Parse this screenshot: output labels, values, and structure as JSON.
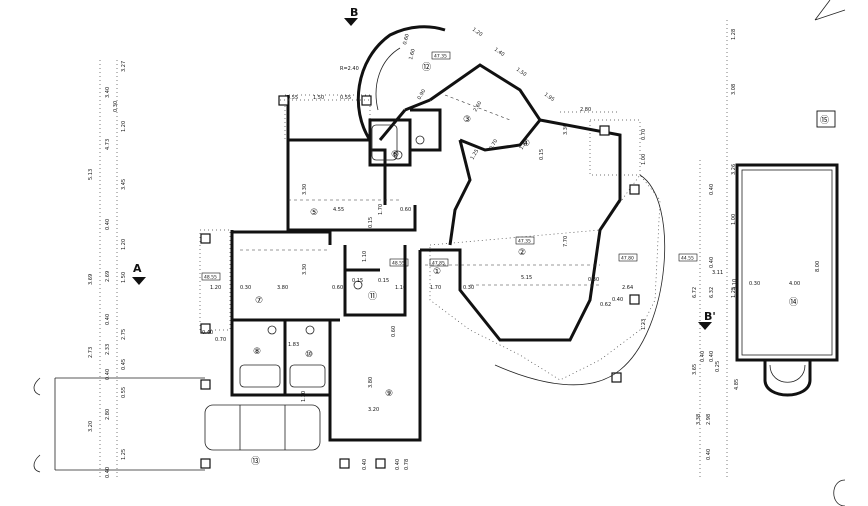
{
  "section_marks": {
    "A": "A",
    "B": "B",
    "B_prime": "B'"
  },
  "rooms": [
    "①",
    "②",
    "③",
    "④",
    "⑤",
    "⑥",
    "⑦",
    "⑧",
    "⑨",
    "⑩",
    "⑪",
    "⑫",
    "⑬",
    "⑭",
    "⑮"
  ],
  "levels": [
    "47.35",
    "47.35",
    "48.55",
    "47.85",
    "47.80",
    "48.55",
    "44.55"
  ],
  "dims_top": [
    "0.55",
    "1.50",
    "0.55",
    "2.80",
    "1.20",
    "1.40",
    "1.50",
    "1.95"
  ],
  "dims_left": [
    "3.27",
    "3.40",
    "0.30",
    "1.20",
    "5.13",
    "4.73",
    "3.45",
    "0.40",
    "1.20",
    "3.69",
    "2.69",
    "1.50",
    "0.40",
    "2.73",
    "2.33",
    "2.75",
    "0.40",
    "0.45",
    "0.55",
    "3.20",
    "2.80",
    "0.40",
    "1.25"
  ],
  "dims_right": [
    "1.28",
    "3.08",
    "3.26",
    "0.40",
    "1.00",
    "0.40",
    "6.72",
    "6.32",
    "1.25",
    "3.65",
    "0.40",
    "0.40",
    "0.25",
    "3.38",
    "2.98",
    "0.40",
    "4.85"
  ],
  "dims_rooms": {
    "r5": [
      "3.30",
      "4.55",
      "1.70",
      "0.60",
      "0.15"
    ],
    "r7": [
      "0.30",
      "1.20",
      "3.80",
      "3.30",
      "0.40",
      "0.70"
    ],
    "r11": [
      "0.60",
      "1.10",
      "0.15",
      "0.15",
      "1.10",
      "1.70",
      "0.30"
    ],
    "r2": [
      "5.15",
      "7.70",
      "3.30",
      "0.30",
      "0.62",
      "0.40",
      "2.64",
      "1.23",
      "0.70",
      "1.00"
    ],
    "r9": [
      "3.80",
      "3.20",
      "1.83",
      "0.40",
      "0.60",
      "0.40",
      "0.78",
      "1.30"
    ],
    "r14": [
      "0.30",
      "4.00",
      "8.00",
      "4.10",
      "3.11"
    ],
    "r12": [
      "R=2.40",
      "0.60",
      "1.60",
      "0.90"
    ],
    "r3": [
      "2.60",
      "1.25",
      "0.70",
      "1.27",
      "0.15"
    ]
  }
}
